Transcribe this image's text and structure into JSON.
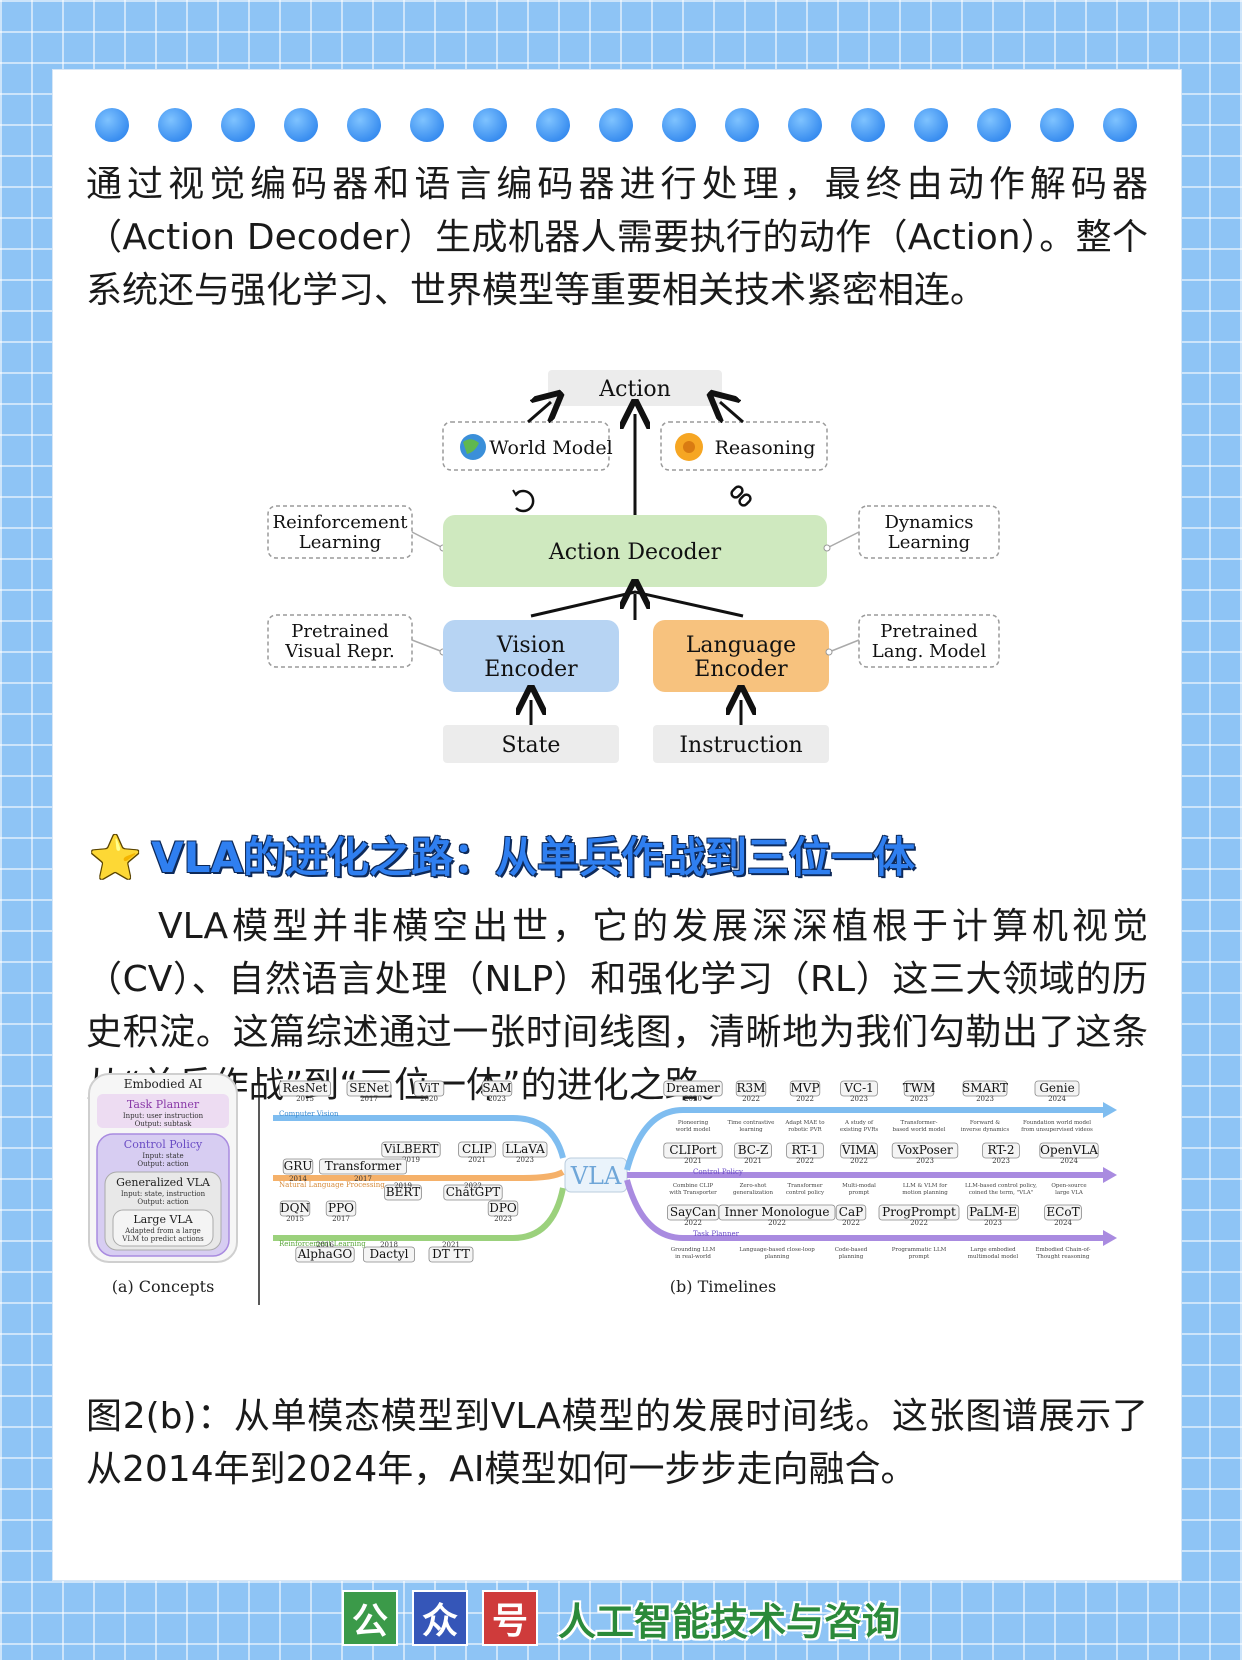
{
  "paragraph1": "通过视觉编码器和语言编码器进行处理，最终由动作解码器（Action Decoder）生成机器人需要执行的动作（Action）。整个系统还与强化学习、世界模型等重要相关技术紧密相连。",
  "diagram1": {
    "action": "Action",
    "world_model": "World Model",
    "reasoning": "Reasoning",
    "rl_line1": "Reinforcement",
    "rl_line2": "Learning",
    "action_decoder": "Action Decoder",
    "dyn_line1": "Dynamics",
    "dyn_line2": "Learning",
    "pvr_line1": "Pretrained",
    "pvr_line2": "Visual Repr.",
    "ve_line1": "Vision",
    "ve_line2": "Encoder",
    "le_line1": "Language",
    "le_line2": "Encoder",
    "plm_line1": "Pretrained",
    "plm_line2": "Lang. Model",
    "state": "State",
    "instruction": "Instruction"
  },
  "heading": {
    "star": "⭐",
    "text": "VLA的进化之路：从单兵作战到三位一体"
  },
  "paragraph2": "VLA模型并非横空出世，它的发展深深植根于计算机视觉（CV）、自然语言处理（NLP）和强化学习（RL）这三大领域的历史积淀。这篇综述通过一张时间线图，清晰地为我们勾勒出了这条从“单兵作战”到“三位一体”的进化之路。",
  "diagram2": {
    "concepts": {
      "title": "Embodied AI",
      "task_planner": "Task Planner",
      "tp_sub1": "Input: user instruction",
      "tp_sub2": "Output: subtask",
      "control_policy": "Control Policy",
      "cp_sub1": "Input: state",
      "cp_sub2": "Output: action",
      "gen_vla": "Generalized VLA",
      "gv_sub1": "Input: state, instruction",
      "gv_sub2": "Output: action",
      "large_vla": "Large VLA",
      "lv_sub1": "Adapted from a large",
      "lv_sub2": "VLM to predict actions",
      "caption": "(a) Concepts"
    },
    "timeline": {
      "center": "VLA",
      "caption": "(b) Timelines",
      "cv_label": "Computer Vision",
      "nlp_label": "Natural Language Processing",
      "rl_label": "Reinforcement Learning",
      "wm_label": "Control Policy",
      "tp_label": "Task Planner",
      "cv": [
        {
          "name": "ResNet",
          "year": "2015"
        },
        {
          "name": "SENet",
          "year": "2017"
        },
        {
          "name": "ViT",
          "year": "2020"
        },
        {
          "name": "SAM",
          "year": "2023"
        }
      ],
      "nlp_top": [
        {
          "name": "ViLBERT",
          "year": "2019"
        },
        {
          "name": "CLIP",
          "year": "2021"
        },
        {
          "name": "LLaVA",
          "year": "2023"
        }
      ],
      "nlp_mid": [
        {
          "name": "GRU",
          "year": "2014"
        },
        {
          "name": "Transformer",
          "year": "2017"
        }
      ],
      "nlp_bottom": [
        {
          "name": "BERT",
          "year": "2019"
        },
        {
          "name": "ChatGPT",
          "year": "2022"
        }
      ],
      "rl_top": [
        {
          "name": "DQN",
          "year": "2015"
        },
        {
          "name": "PPO",
          "year": "2017"
        },
        {
          "name": "DPO",
          "year": "2023"
        }
      ],
      "rl_bottom": [
        {
          "name": "AlphaGO",
          "year": "2016"
        },
        {
          "name": "Dactyl",
          "year": "2018"
        },
        {
          "name": "DT TT",
          "year": "2021"
        }
      ],
      "right_row1": [
        {
          "name": "Dreamer",
          "year": "2020",
          "desc1": "Pioneering",
          "desc2": "world model"
        },
        {
          "name": "R3M",
          "year": "2022",
          "desc1": "Time contrastive",
          "desc2": "learning"
        },
        {
          "name": "MVP",
          "year": "2022",
          "desc1": "Adapt MAE to",
          "desc2": "robotic PVR"
        },
        {
          "name": "VC-1",
          "year": "2023",
          "desc1": "A study of",
          "desc2": "existing PVRs"
        },
        {
          "name": "TWM",
          "year": "2023",
          "desc1": "Transformer-",
          "desc2": "based world model"
        },
        {
          "name": "SMART",
          "year": "2023",
          "desc1": "Forward &",
          "desc2": "inverse dynamics"
        },
        {
          "name": "Genie",
          "year": "2024",
          "desc1": "Foundation world model",
          "desc2": "from unsupervised videos"
        }
      ],
      "right_row2": [
        {
          "name": "CLIPort",
          "year": "2021",
          "desc1": "Combine CLIP",
          "desc2": "with Transporter"
        },
        {
          "name": "BC-Z",
          "year": "2021",
          "desc1": "Zero-shot",
          "desc2": "generalization"
        },
        {
          "name": "RT-1",
          "year": "2022",
          "desc1": "Transformer",
          "desc2": "control policy"
        },
        {
          "name": "VIMA",
          "year": "2022",
          "desc1": "Multi-modal",
          "desc2": "prompt"
        },
        {
          "name": "VoxPoser",
          "year": "2023",
          "desc1": "LLM & VLM for",
          "desc2": "motion planning"
        },
        {
          "name": "RT-2",
          "year": "2023",
          "desc1": "LLM-based control policy,",
          "desc2": "coined the term, \"VLA\""
        },
        {
          "name": "OpenVLA",
          "year": "2024",
          "desc1": "Open-source",
          "desc2": "large VLA"
        }
      ],
      "right_row3": [
        {
          "name": "SayCan",
          "year": "2022",
          "desc1": "Grounding LLM",
          "desc2": "in real-world"
        },
        {
          "name": "Inner Monologue",
          "year": "2022",
          "desc1": "Language-based close-loop",
          "desc2": "planning"
        },
        {
          "name": "CaP",
          "year": "2022",
          "desc1": "Code-based",
          "desc2": "planning"
        },
        {
          "name": "ProgPrompt",
          "year": "2022",
          "desc1": "Programmatic LLM",
          "desc2": "prompt"
        },
        {
          "name": "PaLM-E",
          "year": "2023",
          "desc1": "Large embodied",
          "desc2": "multimodal model"
        },
        {
          "name": "ECoT",
          "year": "2024",
          "desc1": "Embodied Chain-of-",
          "desc2": "Thought reasoning"
        }
      ]
    }
  },
  "paragraph3": "图2(b)：从单模态模型到VLA模型的发展时间线。这张图谱展示了从2014年到2024年，AI模型如何一步步走向融合。",
  "footer": {
    "tile1": "公",
    "tile2": "众",
    "tile3": "号",
    "text": "人工智能技术与咨询"
  },
  "colors": {
    "accent_blue": "#2f7ff0",
    "decoder_green": "#cfe9bf",
    "vision_blue": "#b7d4f3",
    "language_orange": "#f7c27e",
    "cv_line": "#7fbdf0",
    "nlp_line": "#f5b16a",
    "rl_line": "#9bd17c",
    "control_line": "#a98be0"
  }
}
